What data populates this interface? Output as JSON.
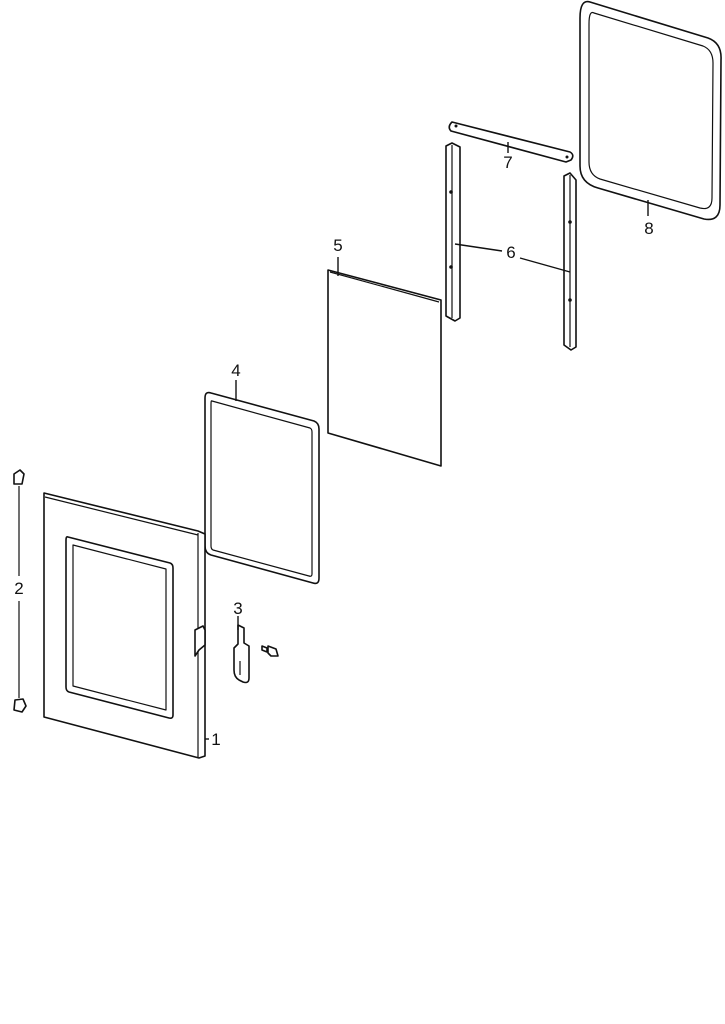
{
  "diagram": {
    "callouts": {
      "p1": "1",
      "p2": "2",
      "p3": "3",
      "p4": "4",
      "p5": "5",
      "p6": "6",
      "p7": "7",
      "p8": "8"
    }
  }
}
